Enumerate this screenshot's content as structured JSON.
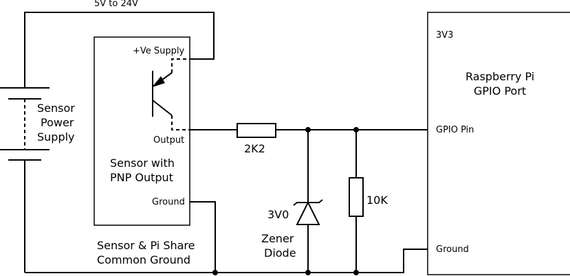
{
  "supply_voltage_label": "5V to 24V",
  "power_supply": {
    "line1": "Sensor",
    "line2": "Power",
    "line3": "Supply"
  },
  "sensor": {
    "supply_pin": "+Ve Supply",
    "output_pin": "Output",
    "ground_pin": "Ground",
    "title_line1": "Sensor with",
    "title_line2": "PNP Output"
  },
  "resistor_series": "2K2",
  "resistor_pulldown": "10K",
  "zener": {
    "value": "3V0",
    "label_line1": "Zener",
    "label_line2": "Diode"
  },
  "ground_note": {
    "line1": "Sensor & Pi Share",
    "line2": "Common Ground"
  },
  "pi": {
    "rail": "3V3",
    "title_line1": "Raspberry Pi",
    "title_line2": "GPIO Port",
    "gpio_pin": "GPIO Pin",
    "ground_pin": "Ground"
  }
}
